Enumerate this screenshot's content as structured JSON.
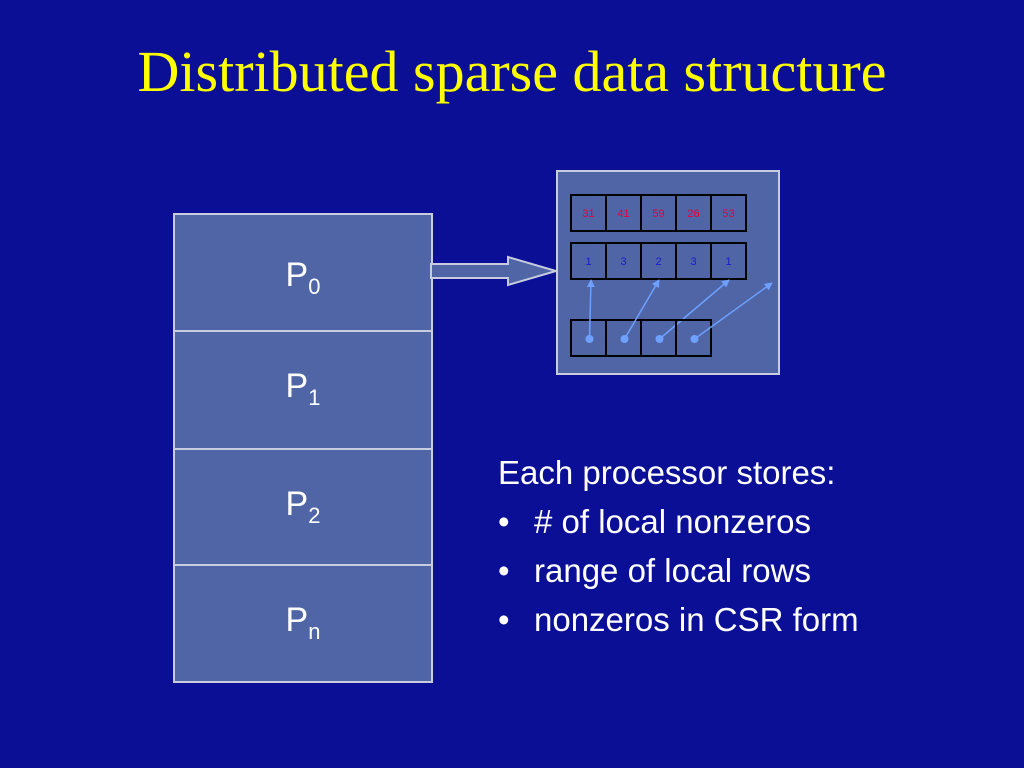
{
  "title": "Distributed sparse data structure",
  "processors": [
    {
      "base": "P",
      "sub": "0"
    },
    {
      "base": "P",
      "sub": "1"
    },
    {
      "base": "P",
      "sub": "2"
    },
    {
      "base": "P",
      "sub": "n"
    }
  ],
  "csr": {
    "values": [
      "31",
      "41",
      "59",
      "26",
      "53"
    ],
    "col_indices": [
      "1",
      "3",
      "2",
      "3",
      "1"
    ],
    "row_pointers_count": 4,
    "colors": {
      "values_text": "#e8003a",
      "indices_text": "#1a1acc",
      "pointer": "#6ea0ff",
      "panel": "#4f65a6",
      "panel_border": "#c8cce0"
    }
  },
  "description": {
    "heading": "Each processor stores:",
    "items": [
      "# of local nonzeros",
      "range of local rows",
      "nonzeros in CSR form"
    ]
  }
}
